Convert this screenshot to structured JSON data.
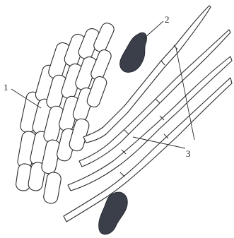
{
  "callouts": {
    "label_1": "1",
    "label_2": "2",
    "label_3": "3"
  },
  "colors": {
    "ink": "#2a2a2a",
    "granule": "#3b3f4a",
    "background": "#ffffff"
  }
}
